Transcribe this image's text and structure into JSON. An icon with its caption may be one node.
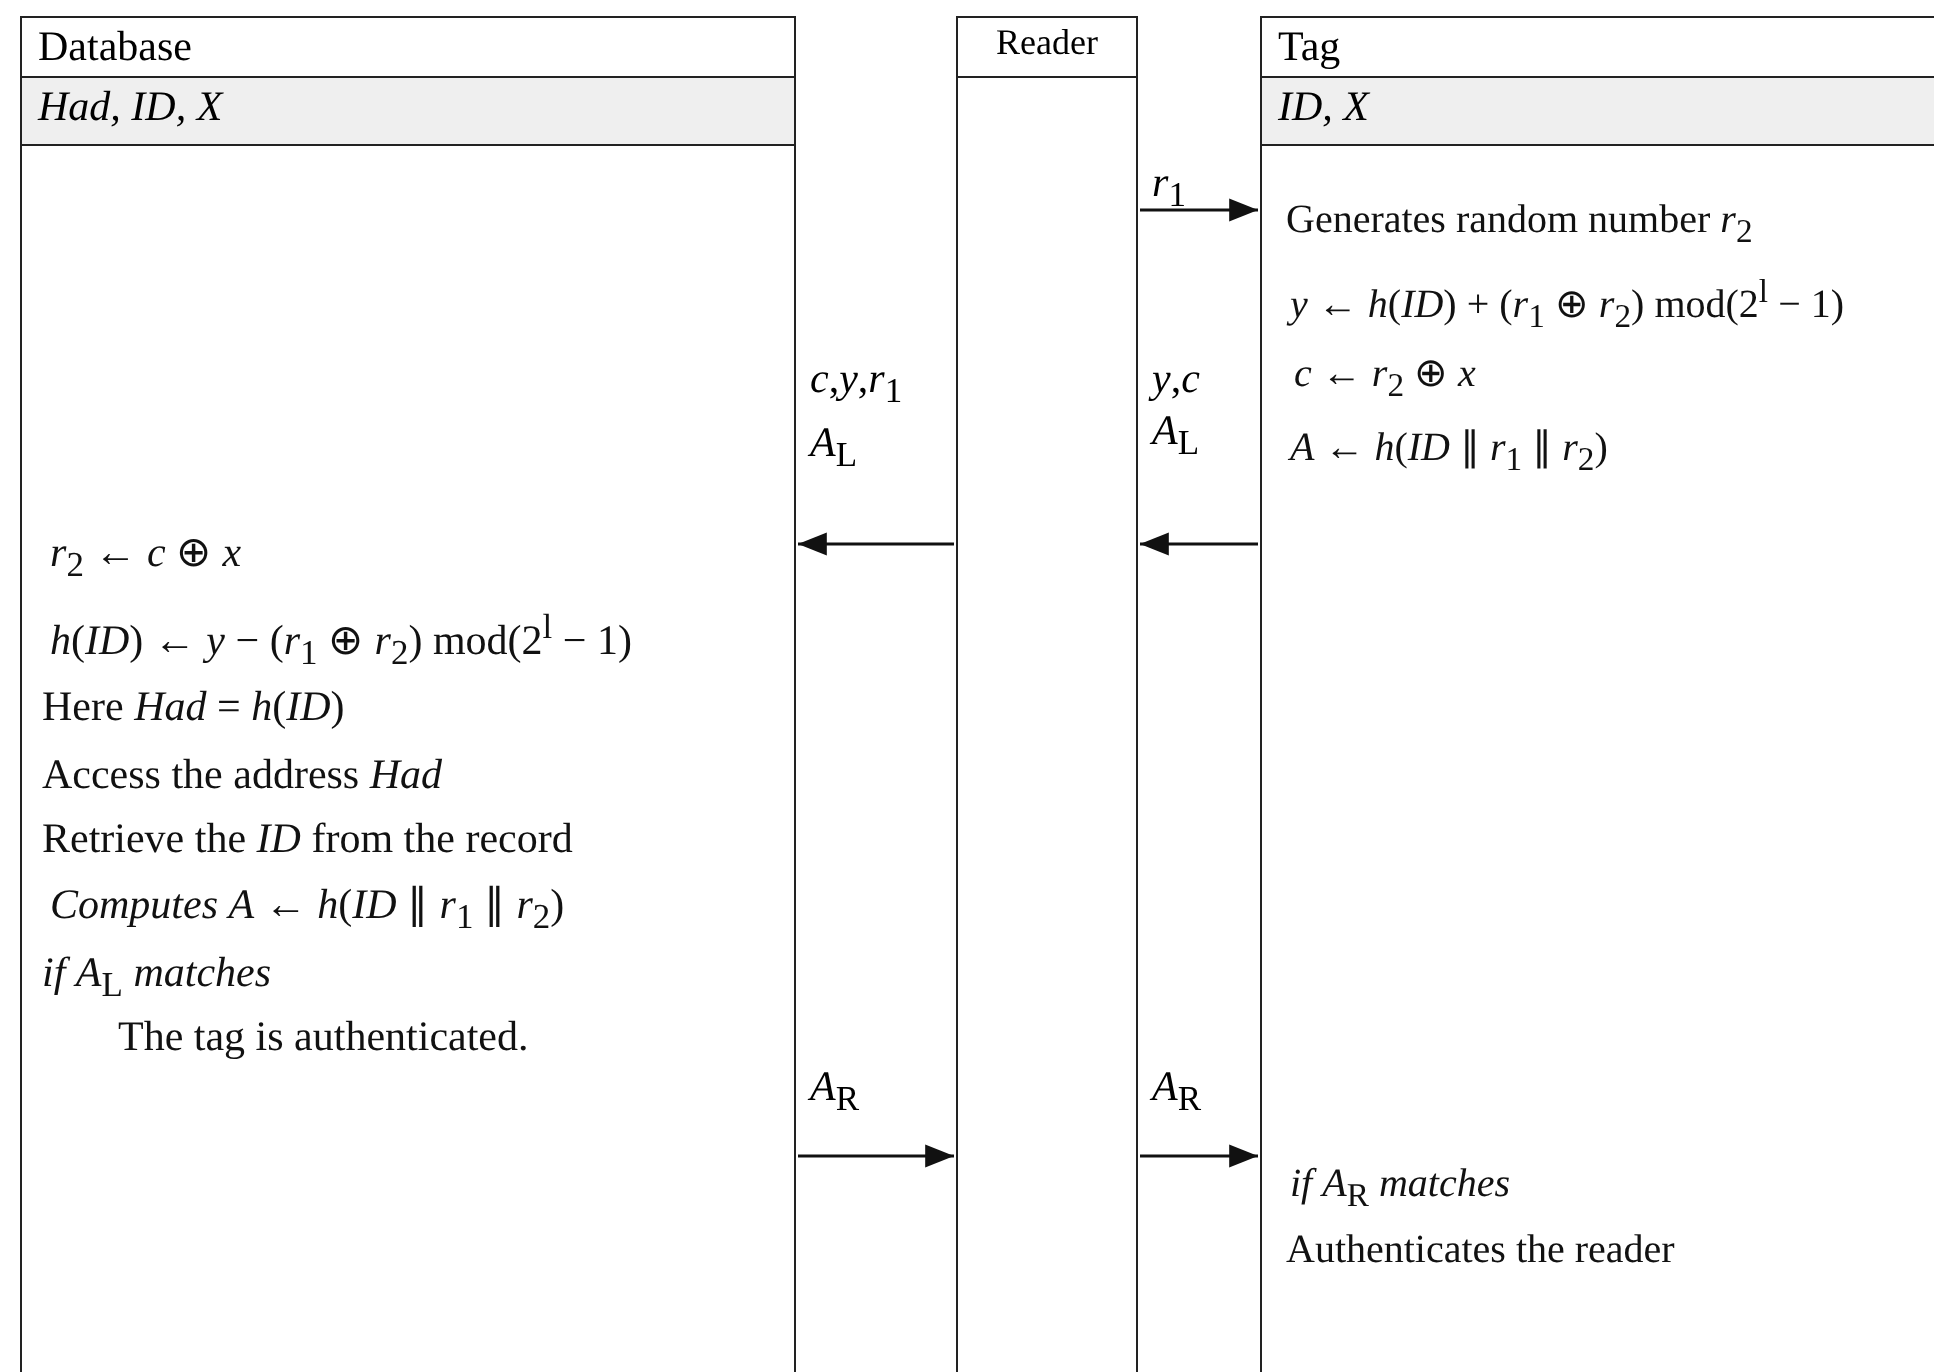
{
  "diagram": {
    "nodes": [
      {
        "text": [
          "Database",
          "Had, ID, X",
          "*r*$_{2}$ ← *c* ⊕ *x*",
          "*h*(*ID*) ← *y* − (*r*$_{1}$ ⊕ *r*$_{2}$) mod(2$^{l}$ − 1)",
          "Here *Had* = *h*(*ID*)",
          "Access the address *Had*",
          "Retrieve the *ID* from the record",
          "*Computes*   *A* ← *h*(*ID* ∥ *r*$_{1}$ ∥ *r*$_{2}$)",
          "*if* *A*$_{L}$ *matches*",
          "The tag is authenticated."
        ]
      },
      {
        "text": [
          "Reader"
        ]
      },
      {
        "text": [
          "Tag",
          "ID, X",
          "Generates random number *r*$_{2}$",
          "*y* ← *h*(*ID*) + (*r*$_{1}$ ⊕ *r*$_{2}$) mod(2$^{l}$ − 1)",
          "*c* ← *r*$_{2}$ ⊕ *x*",
          "*A* ← *h*(*ID* ∥ *r*$_{1}$ ∥ *r*$_{2}$)",
          "*if*   *A*$_{R}$   *matches*",
          "Authenticates the reader"
        ]
      }
    ],
    "edges": [
      {
        "from": 1,
        "to": 2,
        "arrow": "to",
        "label": "*r*$_{1}$"
      },
      {
        "from": 2,
        "to": 1,
        "arrow": "to",
        "label": "*y*,*c* *A*$_{L}$"
      },
      {
        "from": 1,
        "to": 0,
        "arrow": "to",
        "label": "*c*,*y*,*r*$_{1}$ *A*$_{L}$"
      },
      {
        "from": 0,
        "to": 1,
        "arrow": "to",
        "label": "*A*$_{R}$"
      },
      {
        "from": 1,
        "to": 2,
        "arrow": "to",
        "label": "*A*$_{R}$"
      }
    ]
  }
}
